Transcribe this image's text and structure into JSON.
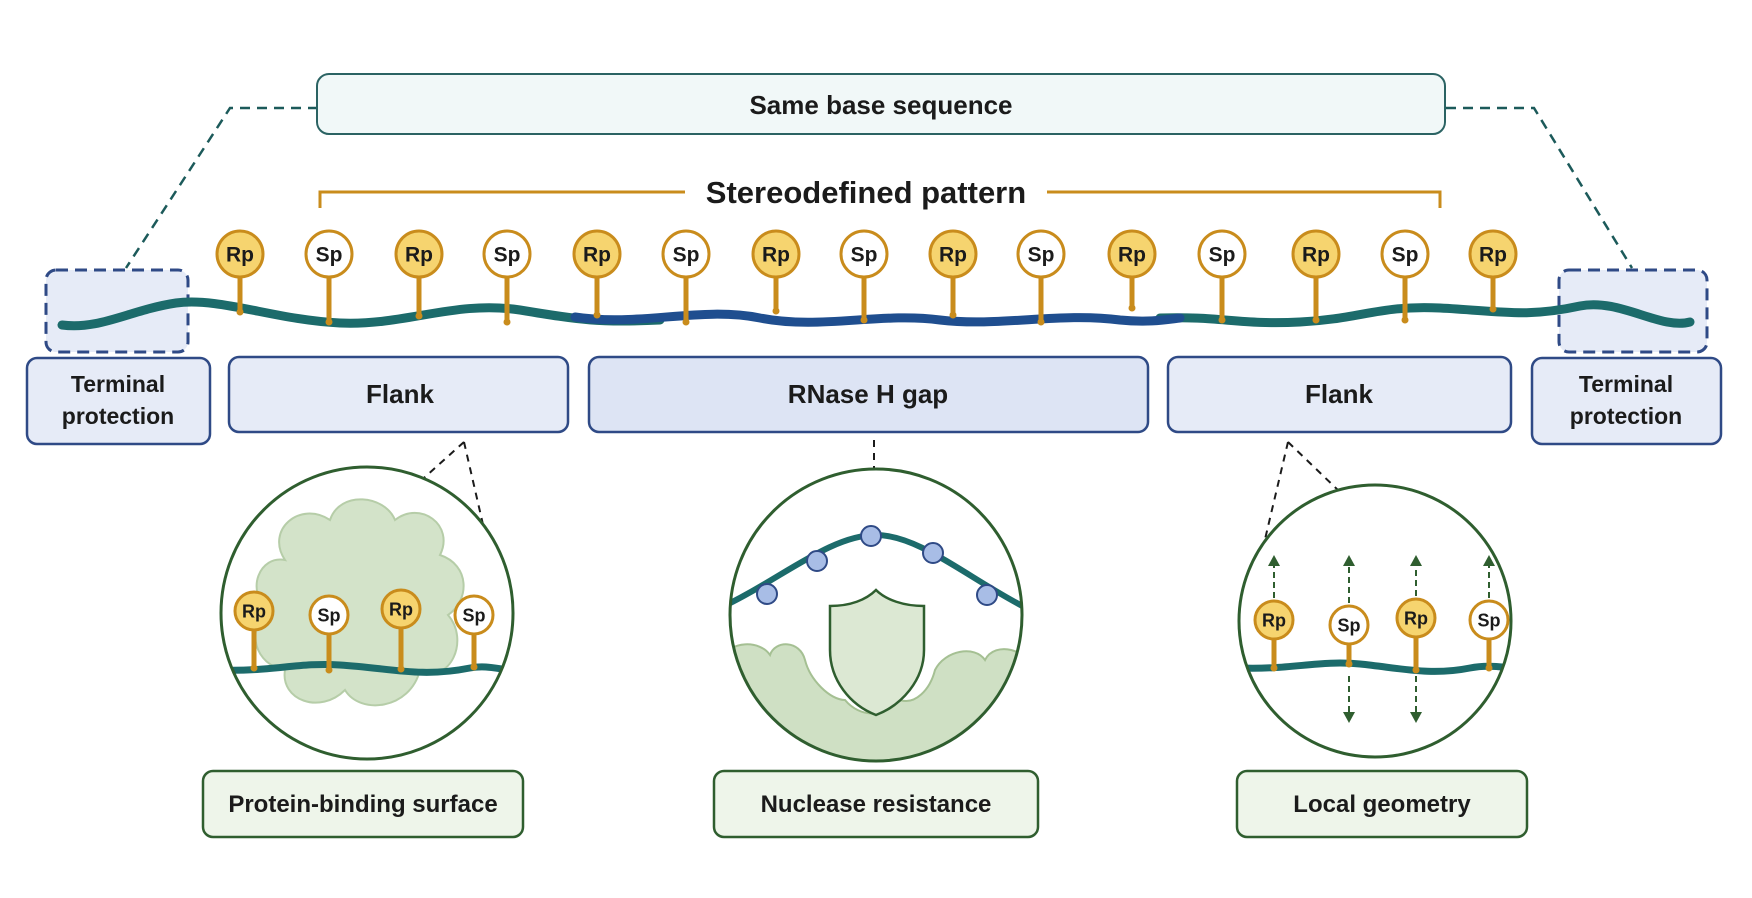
{
  "header": {
    "same_sequence": "Same base sequence",
    "stereodefined": "Stereodefined pattern"
  },
  "strand": {
    "stereocenters": [
      "Rp",
      "Sp",
      "Rp",
      "Sp",
      "Rp",
      "Sp",
      "Rp",
      "Sp",
      "Rp",
      "Sp",
      "Rp",
      "Sp",
      "Rp",
      "Sp",
      "Rp"
    ]
  },
  "regions": {
    "terminal_left": [
      "Terminal",
      "protection"
    ],
    "flank_left": "Flank",
    "gap": "RNase H gap",
    "flank_right": "Flank",
    "terminal_right": [
      "Terminal",
      "protection"
    ]
  },
  "insets": {
    "protein": {
      "label": "Protein-binding surface",
      "stereocenters": [
        "Rp",
        "Sp",
        "Rp",
        "Sp"
      ]
    },
    "nuclease": {
      "label": "Nuclease resistance"
    },
    "geometry": {
      "label": "Local geometry",
      "stereocenters": [
        "Rp",
        "Sp",
        "Rp",
        "Sp"
      ]
    }
  },
  "colors": {
    "strand_teal": "#1c6b6b",
    "strand_gap": "#1f4e8f",
    "rp_fill": "#f6d46f",
    "sp_fill": "#ffffff",
    "stem": "#c98c1c",
    "region_fill": "#e6ebf7",
    "region_stroke": "#2f4a86",
    "inset_stroke": "#2f5e2f",
    "inset_green": "#cfe0c4"
  }
}
